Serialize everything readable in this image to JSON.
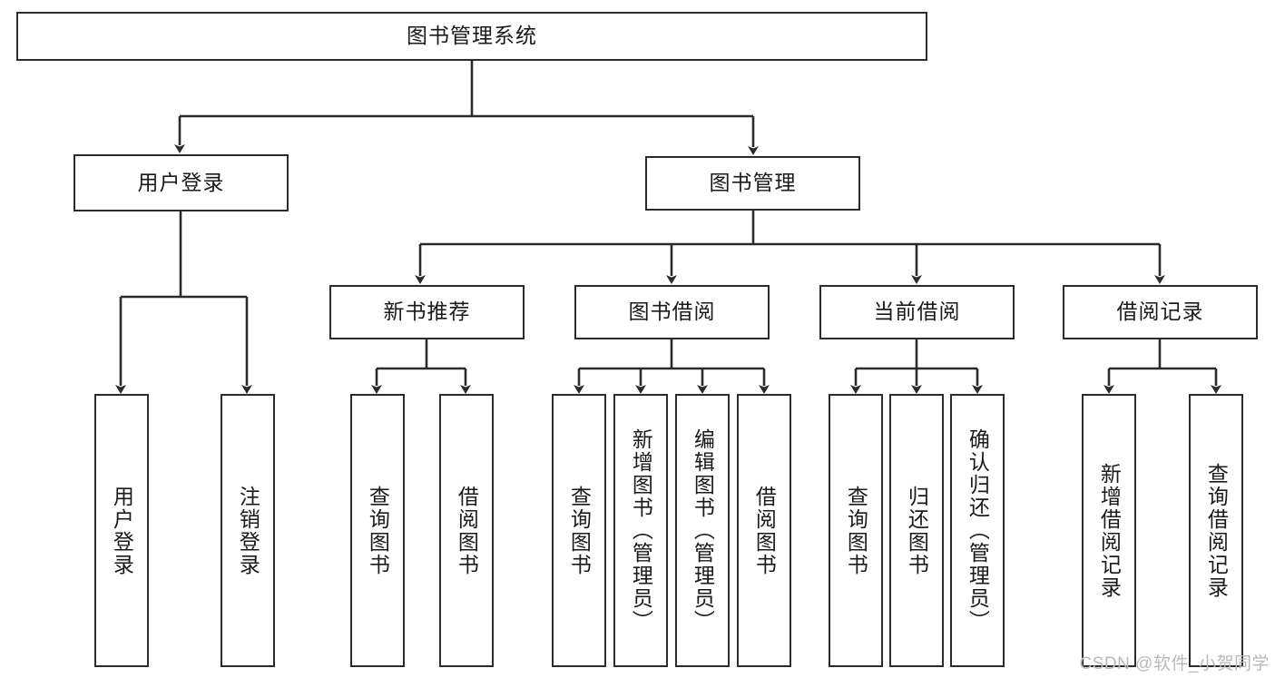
{
  "diagram": {
    "title": "图书管理系统",
    "type": "tree-hierarchy-chart",
    "colors": {
      "box_border": "#2b2b2b",
      "box_fill": "#ffffff",
      "edge": "#2b2b2b",
      "text": "#1a1a1a",
      "watermark": "#b9b9b9",
      "background": "#ffffff"
    },
    "root": {
      "label": "图书管理系统"
    },
    "level2": [
      {
        "label": "用户登录"
      },
      {
        "label": "图书管理"
      }
    ],
    "level3": [
      {
        "label": "新书推荐"
      },
      {
        "label": "图书借阅"
      },
      {
        "label": "当前借阅"
      },
      {
        "label": "借阅记录"
      }
    ],
    "leaves": {
      "user_login": [
        {
          "label": "用户登录"
        },
        {
          "label": "注销登录"
        }
      ],
      "new_book_recommend": [
        {
          "label": "查询图书"
        },
        {
          "label": "借阅图书"
        }
      ],
      "book_borrow": [
        {
          "label": "查询图书"
        },
        {
          "label": "新增图书（管理员）"
        },
        {
          "label": "编辑图书（管理员）"
        },
        {
          "label": "借阅图书"
        }
      ],
      "current_borrow": [
        {
          "label": "查询图书"
        },
        {
          "label": "归还图书"
        },
        {
          "label": "确认归还（管理员）"
        }
      ],
      "borrow_record": [
        {
          "label": "新增借阅记录"
        },
        {
          "label": "查询借阅记录"
        }
      ]
    }
  },
  "watermark": {
    "text": "CSDN @软件_小贺同学"
  }
}
